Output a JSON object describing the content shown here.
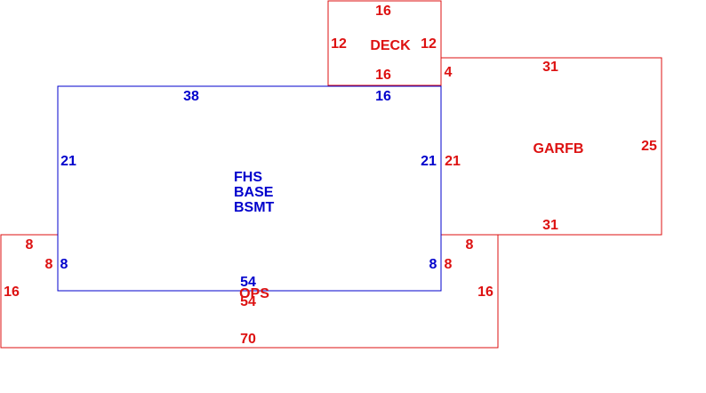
{
  "colors": {
    "main": "#0000cc",
    "other": "#dd1111"
  },
  "deck": {
    "label": "DECK",
    "dims": {
      "top": "16",
      "left": "12",
      "right": "12",
      "bottom": "16"
    }
  },
  "garage": {
    "label": "GARFB",
    "dims": {
      "left_top": "4",
      "top": "31",
      "right": "25",
      "bottom": "31"
    }
  },
  "main": {
    "labels": [
      "FHS",
      "BASE",
      "BSMT"
    ],
    "dims": {
      "top": "38",
      "left": "21",
      "right_inner": "21",
      "right_outer": "21",
      "bottom": "54"
    }
  },
  "porch": {
    "label": "OPS",
    "dims": {
      "top_left": "8",
      "left_inner_red": "8",
      "left_inner_blue": "8",
      "left": "16",
      "top_right": "8",
      "right_inner_blue": "8",
      "right_inner_red": "8",
      "right": "16",
      "top": "54",
      "bottom": "70"
    }
  }
}
